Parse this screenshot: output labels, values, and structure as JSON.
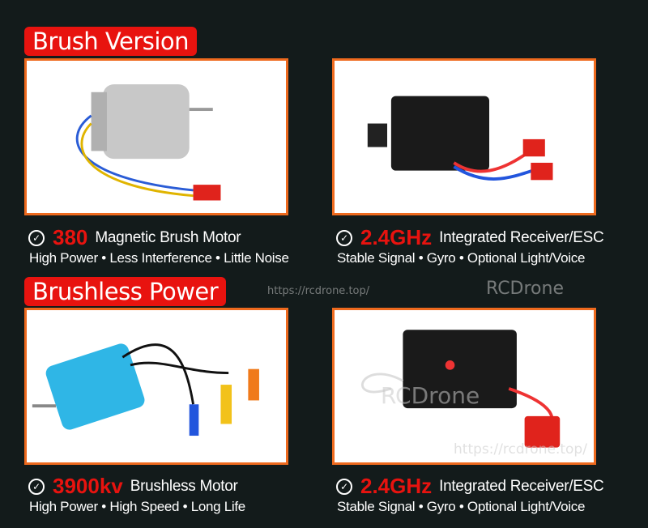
{
  "sections": [
    {
      "title": "Brush Version",
      "items": [
        {
          "highlight": "380",
          "label": "Magnetic Brush Motor",
          "features": "High Power • Less Interference • Little Noise",
          "image": "brush-motor"
        },
        {
          "highlight": "2.4GHz",
          "label": "Integrated Receiver/ESC",
          "features": "Stable Signal • Gyro • Optional Light/Voice",
          "image": "receiver-esc"
        }
      ]
    },
    {
      "title": "Brushless Power",
      "items": [
        {
          "highlight": "3900kv",
          "label": "Brushless Motor",
          "features": "High Power • High Speed • Long Life",
          "image": "brushless-motor"
        },
        {
          "highlight": "2.4GHz",
          "label": "Integrated Receiver/ESC",
          "features": "Stable Signal • Gyro • Optional Light/Voice",
          "image": "brushless-esc"
        }
      ]
    }
  ],
  "watermarks": {
    "brand": "RCDrone",
    "url": "https://rcdrone.top/"
  },
  "colors": {
    "accent": "#e8130f",
    "border": "#ee6a1e",
    "background": "#131b1b"
  }
}
